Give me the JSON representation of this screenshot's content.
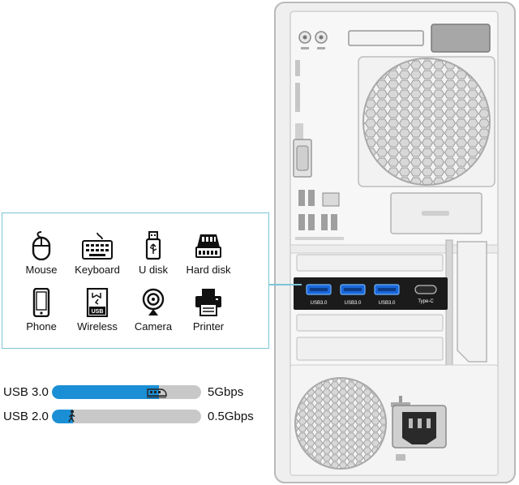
{
  "devices": [
    {
      "label": "Mouse",
      "icon": "mouse-icon"
    },
    {
      "label": "Keyboard",
      "icon": "keyboard-icon"
    },
    {
      "label": "U disk",
      "icon": "usb-drive-icon"
    },
    {
      "label": "Hard disk",
      "icon": "hard-disk-icon"
    },
    {
      "label": "Phone",
      "icon": "phone-icon"
    },
    {
      "label": "Wireless",
      "icon": "wireless-adapter-icon"
    },
    {
      "label": "Camera",
      "icon": "webcam-icon"
    },
    {
      "label": "Printer",
      "icon": "printer-icon"
    }
  ],
  "ports": [
    {
      "label": "USB3.0"
    },
    {
      "label": "USB3.0"
    },
    {
      "label": "USB3.0"
    },
    {
      "label": "Type-C"
    }
  ],
  "speeds": [
    {
      "name": "USB 3.0",
      "value": "5Gbps",
      "fill_fraction": 0.72,
      "icon": "high-speed-train-icon",
      "color": "#1a8fd6"
    },
    {
      "name": "USB 2.0",
      "value": "0.5Gbps",
      "fill_fraction": 0.14,
      "icon": "walking-person-icon",
      "color": "#1a8fd6"
    }
  ],
  "colors": {
    "panel_border": "#7cc5d6",
    "bar_track": "#c8c8c8",
    "bar_fill": "#1a8fd6"
  }
}
